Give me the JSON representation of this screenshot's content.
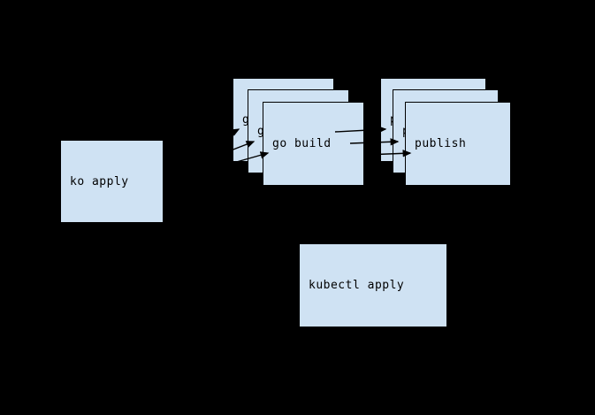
{
  "diagram": {
    "background": "#000000",
    "box_fill": "#cfe2f3",
    "box_border": "#000000",
    "arrow_color": "#000000",
    "nodes": {
      "ko_apply": {
        "label": "ko apply"
      },
      "go_build": {
        "label": "go build"
      },
      "publish": {
        "label": "publish"
      },
      "kubectl_apply": {
        "label": "kubectl apply"
      }
    }
  }
}
